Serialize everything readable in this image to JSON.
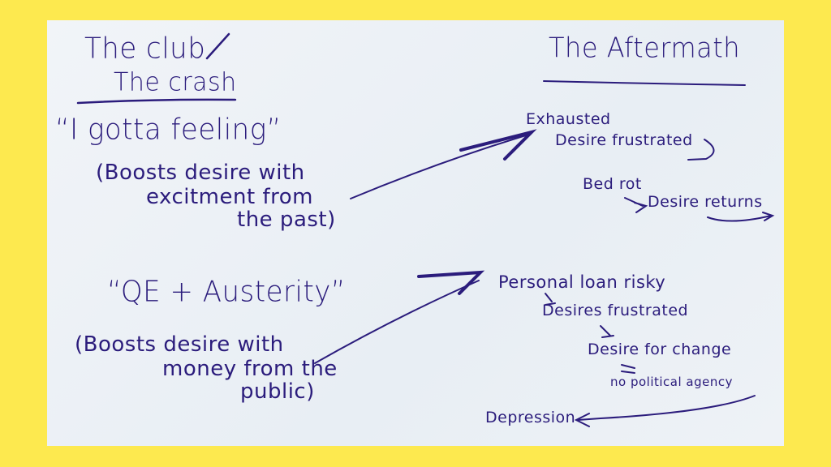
{
  "left": {
    "title_1": "The club",
    "title_2": "The crash",
    "scenario_1": {
      "quote": "“I gotta feeling”",
      "note_1": "(Boosts desire with",
      "note_2": "excitment from",
      "note_3": "the past)"
    },
    "scenario_2": {
      "quote": "“QE + Austerity”",
      "note_1": "(Boosts desire with",
      "note_2": "money from the",
      "note_3": "public)"
    }
  },
  "right": {
    "title": "The Aftermath",
    "chain_1": [
      "Exhausted",
      "Desire frustrated",
      "Bed rot",
      "Desire returns"
    ],
    "chain_2": [
      "Personal loan risky",
      "Desires frustrated",
      "Desire for change",
      "no political agency",
      "Depression"
    ]
  },
  "colors": {
    "background": "#fde94f",
    "paper": "#eef2f6",
    "ink": "#2b1c7c"
  }
}
